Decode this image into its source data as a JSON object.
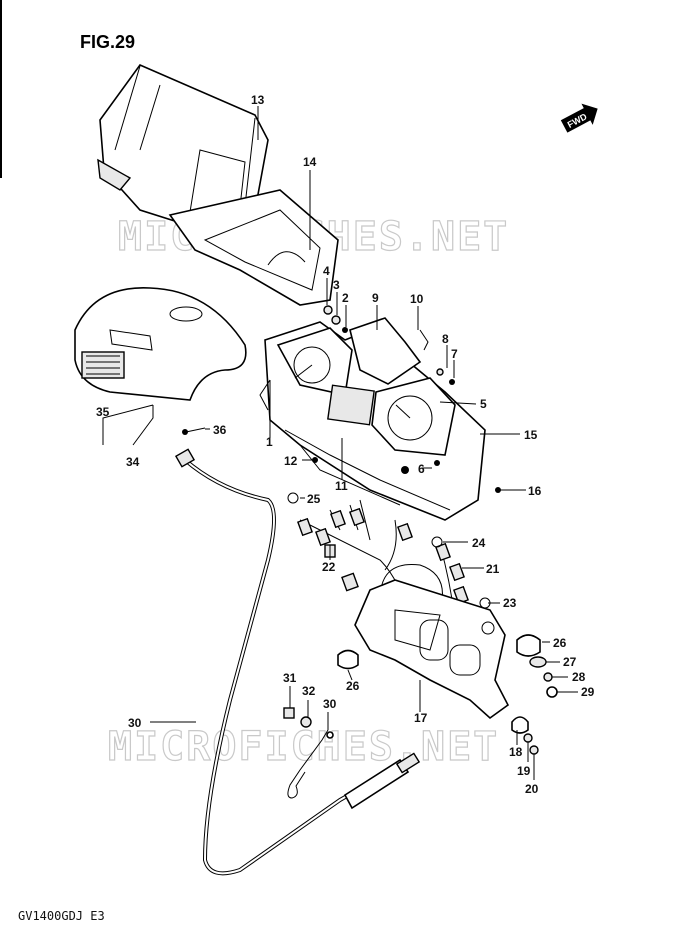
{
  "figure": {
    "title": "FIG.29",
    "model_code": "GV1400GDJ E3"
  },
  "direction_badge": "FWD",
  "watermarks": [
    "MICROFICHES.NET",
    "MICROFICHES.NET"
  ],
  "callouts": [
    {
      "id": "1",
      "label": "1"
    },
    {
      "id": "2",
      "label": "2"
    },
    {
      "id": "3",
      "label": "3"
    },
    {
      "id": "4",
      "label": "4"
    },
    {
      "id": "5",
      "label": "5"
    },
    {
      "id": "6",
      "label": "6"
    },
    {
      "id": "7",
      "label": "7"
    },
    {
      "id": "8",
      "label": "8"
    },
    {
      "id": "9",
      "label": "9"
    },
    {
      "id": "10",
      "label": "10"
    },
    {
      "id": "11",
      "label": "11"
    },
    {
      "id": "12",
      "label": "12"
    },
    {
      "id": "13",
      "label": "13"
    },
    {
      "id": "14",
      "label": "14"
    },
    {
      "id": "15",
      "label": "15"
    },
    {
      "id": "16",
      "label": "16"
    },
    {
      "id": "17",
      "label": "17"
    },
    {
      "id": "18",
      "label": "18"
    },
    {
      "id": "19",
      "label": "19"
    },
    {
      "id": "20",
      "label": "20"
    },
    {
      "id": "21",
      "label": "21"
    },
    {
      "id": "22",
      "label": "22"
    },
    {
      "id": "23",
      "label": "23"
    },
    {
      "id": "24",
      "label": "24"
    },
    {
      "id": "25",
      "label": "25"
    },
    {
      "id": "26a",
      "label": "26"
    },
    {
      "id": "26b",
      "label": "26"
    },
    {
      "id": "27",
      "label": "27"
    },
    {
      "id": "28",
      "label": "28"
    },
    {
      "id": "29",
      "label": "29"
    },
    {
      "id": "30",
      "label": "30"
    },
    {
      "id": "31",
      "label": "31"
    },
    {
      "id": "32",
      "label": "32"
    },
    {
      "id": "33",
      "label": "33"
    },
    {
      "id": "34",
      "label": "34"
    },
    {
      "id": "35",
      "label": "35"
    },
    {
      "id": "36",
      "label": "36"
    }
  ]
}
